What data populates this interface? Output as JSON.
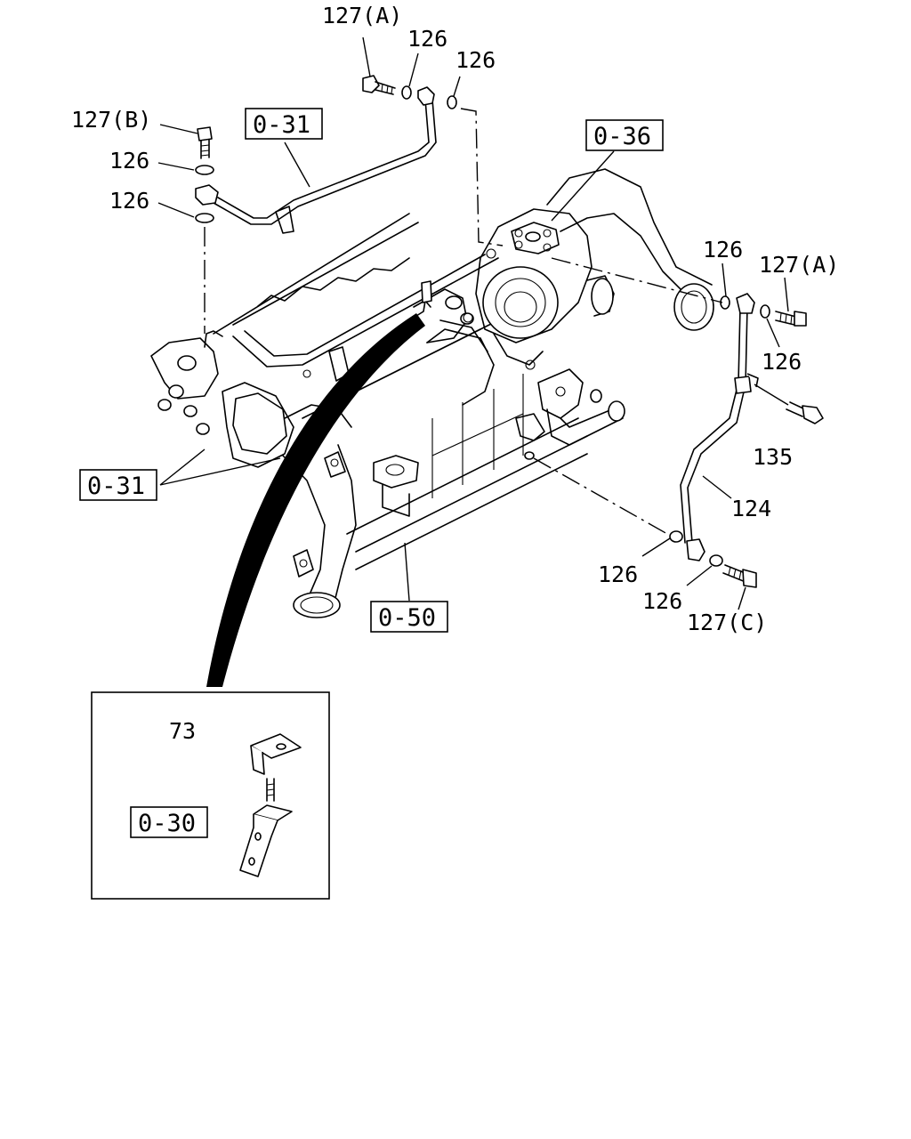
{
  "labels": {
    "l1": "127(A)",
    "l2": "126",
    "l3": "126",
    "l4": "127(B)",
    "l5": "126",
    "l6": "126",
    "l7": "126",
    "l8": "127(A)",
    "l9": "126",
    "l10": "135",
    "l11": "124",
    "l12": "126",
    "l13": "126",
    "l14": "127(C)",
    "l15": "73"
  },
  "refs": {
    "r1": "0-31",
    "r2": "0-36",
    "r3": "0-31",
    "r4": "0-50",
    "r5": "0-30"
  }
}
